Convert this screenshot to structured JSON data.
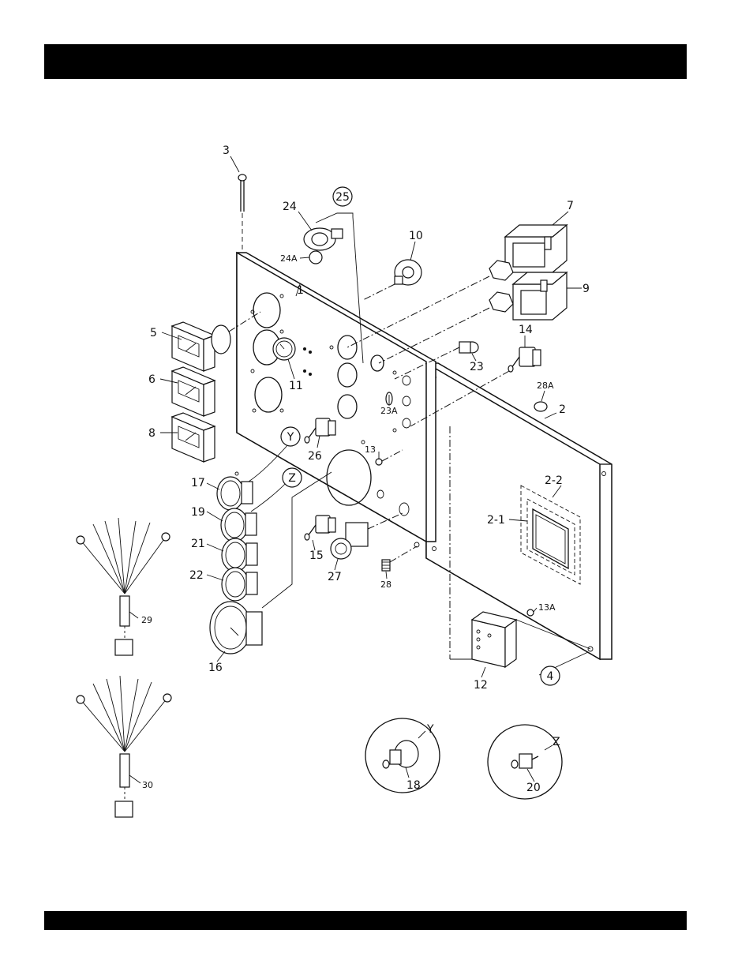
{
  "callouts": {
    "c3": "3",
    "c25": "25",
    "c24": "24",
    "c24A": "24A",
    "c1": "1",
    "c10": "10",
    "c7": "7",
    "c9": "9",
    "c5": "5",
    "c6": "6",
    "c8": "8",
    "c11": "11",
    "c23": "23",
    "c23A": "23A",
    "c14": "14",
    "c28A": "28A",
    "c2": "2",
    "cY": "Y",
    "cZ": "Z",
    "c13": "13",
    "c26": "26",
    "c17": "17",
    "c19": "19",
    "c21": "21",
    "c22": "22",
    "c16": "16",
    "c15": "15",
    "c27": "27",
    "c28": "28",
    "c2_2": "2-2",
    "c2_1": "2-1",
    "c13A": "13A",
    "c12": "12",
    "c4": "4",
    "c29": "29",
    "c30": "30",
    "cY2": "Y",
    "c18": "18",
    "cZ2": "Z",
    "c20": "20"
  }
}
